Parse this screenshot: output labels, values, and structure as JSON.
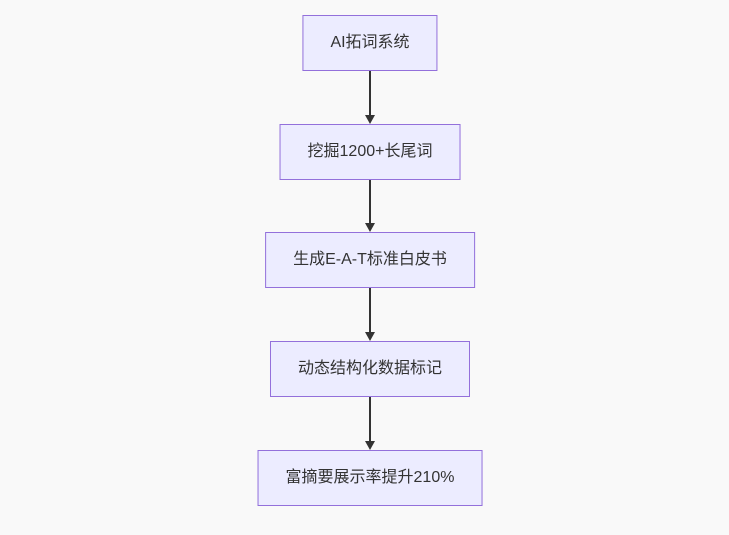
{
  "flowchart": {
    "type": "flowchart",
    "direction": "top-down",
    "nodes": [
      {
        "id": "node-1",
        "label": "AI拓词系统"
      },
      {
        "id": "node-2",
        "label": "挖掘1200+长尾词"
      },
      {
        "id": "node-3",
        "label": "生成E-A-T标准白皮书"
      },
      {
        "id": "node-4",
        "label": "动态结构化数据标记"
      },
      {
        "id": "node-5",
        "label": "富摘要展示率提升210%"
      }
    ],
    "edges": [
      {
        "from": "node-1",
        "to": "node-2"
      },
      {
        "from": "node-2",
        "to": "node-3"
      },
      {
        "from": "node-3",
        "to": "node-4"
      },
      {
        "from": "node-4",
        "to": "node-5"
      }
    ],
    "colors": {
      "node_fill": "#ECECFF",
      "node_border": "#9370DB",
      "node_text": "#333333",
      "arrow": "#333333",
      "background": "#f9f9f9"
    }
  }
}
